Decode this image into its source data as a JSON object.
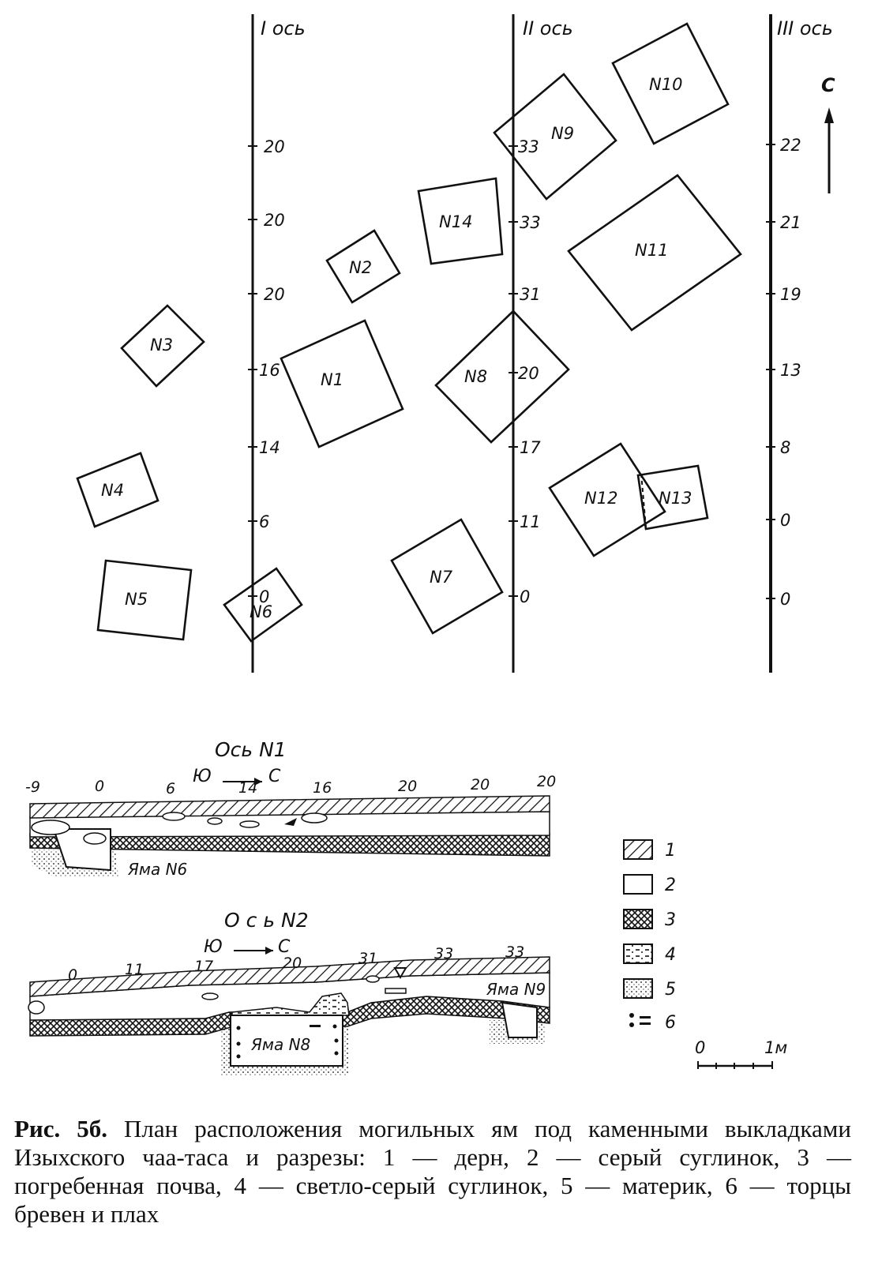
{
  "axes": {
    "axis1": {
      "label": "I ось",
      "ticks": [
        "20",
        "20",
        "20",
        "16",
        "14",
        "6",
        "0"
      ]
    },
    "axis2": {
      "label": "II ось",
      "ticks": [
        "33",
        "33",
        "31",
        "20",
        "17",
        "11",
        "0"
      ]
    },
    "axis3": {
      "label": "III ось",
      "ticks": [
        "22",
        "21",
        "19",
        "13",
        "8",
        "0",
        "0"
      ]
    }
  },
  "north": "С",
  "pits": [
    "N1",
    "N2",
    "N3",
    "N4",
    "N5",
    "N6",
    "N7",
    "N8",
    "N9",
    "N10",
    "N11",
    "N12",
    "N13",
    "N14"
  ],
  "section1": {
    "title": "Ось N1",
    "direction": {
      "from": "Ю",
      "to": "С"
    },
    "marks": [
      "-9",
      "0",
      "6",
      "14",
      "16",
      "20",
      "20",
      "20"
    ],
    "pit": "Яма N6"
  },
  "section2": {
    "title": "О с ь  N2",
    "direction": {
      "from": "Ю",
      "to": "С"
    },
    "marks": [
      "0",
      "11",
      "17",
      "20",
      "31",
      "33",
      "33"
    ],
    "pits": [
      "Яма N8",
      "Яма N9"
    ]
  },
  "legend": [
    "1",
    "2",
    "3",
    "4",
    "5",
    "6"
  ],
  "scale": {
    "start": "0",
    "end": "1м"
  },
  "caption": {
    "figure": "Рис. 5б.",
    "text": "План расположения могильных ям под каменными выкладками Изыхского чаа-таса и разрезы: 1 — дерн, 2 — серый суглинок, 3 — погребенная почва, 4 — светло-серый суглинок, 5 — материк, 6 — торцы бревен и плах"
  }
}
